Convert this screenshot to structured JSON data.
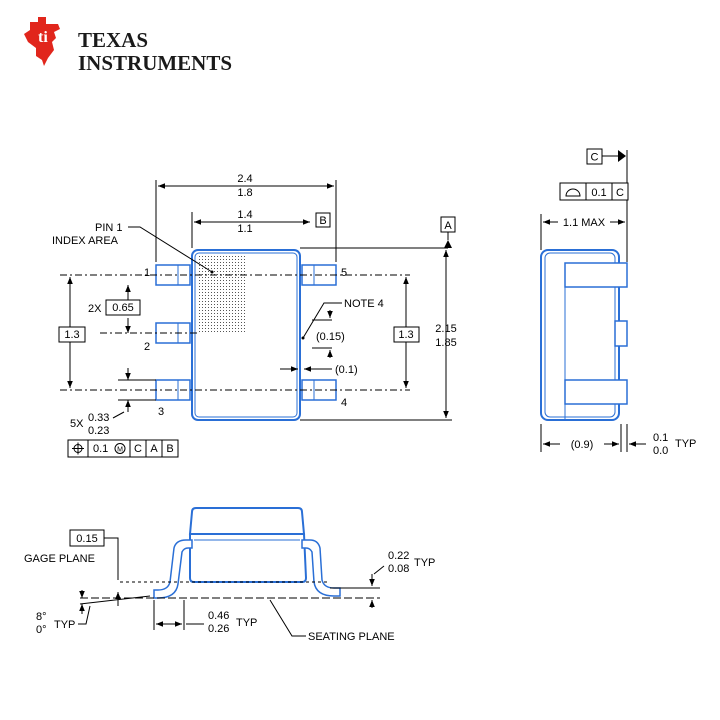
{
  "logo": {
    "line1": "TEXAS",
    "line2": "INSTRUMENTS",
    "color": "#e1261c"
  },
  "top_view": {
    "overall_width": {
      "max": "2.4",
      "min": "1.8"
    },
    "body_width": {
      "max": "1.4",
      "min": "1.1"
    },
    "datum_b": "B",
    "datum_a": "A",
    "pin1_label_line1": "PIN 1",
    "pin1_label_line2": "INDEX AREA",
    "pin_numbers": [
      "1",
      "2",
      "3",
      "4",
      "5"
    ],
    "pitch_count": "2X",
    "pitch": "0.65",
    "span_left": "1.3",
    "span_right": "1.3",
    "note": "NOTE 4",
    "dim_015": "(0.15)",
    "dim_01": "(0.1)",
    "length": {
      "max": "2.15",
      "min": "1.85"
    },
    "lead_count": "5X",
    "lead_width": {
      "max": "0.33",
      "min": "0.23"
    },
    "fcf": {
      "tol": "0.1",
      "datums": [
        "C",
        "A",
        "B"
      ]
    }
  },
  "side_view": {
    "datum_c": "C",
    "flatness": {
      "tol": "0.1",
      "datum": "C"
    },
    "height": "1.1 MAX",
    "standoff_ref": "(0.9)",
    "standoff": {
      "max": "0.1",
      "min": "0.0"
    },
    "typ": "TYP"
  },
  "lead_detail": {
    "gage_dim": "0.15",
    "gage_plane": "GAGE PLANE",
    "angle": {
      "max": "8°",
      "min": "0°"
    },
    "angle_typ": "TYP",
    "thickness": {
      "max": "0.22",
      "min": "0.08"
    },
    "thickness_typ": "TYP",
    "foot": {
      "max": "0.46",
      "min": "0.26"
    },
    "foot_typ": "TYP",
    "seating_plane": "SEATING PLANE"
  },
  "colors": {
    "outline": "#2a6fd6",
    "logo": "#e1261c",
    "lines": "#000000"
  }
}
